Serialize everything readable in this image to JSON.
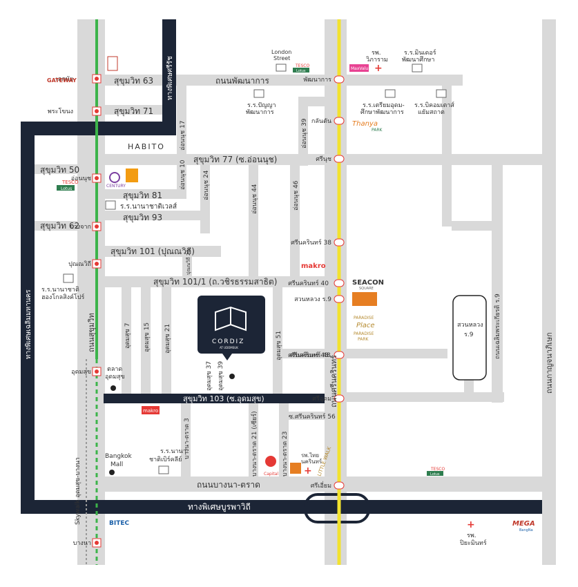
{
  "roads": {
    "sukhumvit_63": "สุขุมวิท 63",
    "sukhumvit_71": "สุขุมวิท 71",
    "sukhumvit_50": "สุขุมวิท 50",
    "sukhumvit_62": "สุขุมวิท 62",
    "sukhumvit_77": "สุขุมวิท 77 (ซ.อ่อนนุช)",
    "sukhumvit_81": "สุขุมวิท 81",
    "sukhumvit_93": "สุขุมวิท 93",
    "sukhumvit_101": "สุขุมวิท 101 (ปุณณวิถี)",
    "sukhumvit_101_1": "สุขุมวิท 101/1 (ถ.วชิรธรรมสาธิต)",
    "sukhumvit_103": "สุขุมวิท 103 (ซ.อุดมสุข)",
    "phatthanakan": "ถนนพัฒนาการ",
    "bangna_trat": "ถนนบางนา-ตราด",
    "burapha_withi": "ทางพิเศษบูรพาวิถี",
    "srinagarindra": "ถนนศรีนครินทร์",
    "sukhumvit_road": "ถนนสุขุมวิท",
    "kanchanaphisek": "ถนนกาญจนาภิเษก",
    "chalerm_mahanakhon": "ทางพิเศษเฉลิมมหานคร",
    "si_rat": "ทางพิเศษศรีรัช",
    "chaloem_phrakiat": "ถนนเฉลิมพระเกียรติ ร.9",
    "on_nut_17": "อ่อนนุช 17",
    "on_nut_10": "อ่อนนุช 10",
    "on_nut_24": "อ่อนนุช 24",
    "on_nut_44": "อ่อนนุช 44",
    "on_nut_46": "อ่อนนุช 46",
    "on_nut_39": "อ่อนนุช 39",
    "punnawithi_28": "ปุณณวิถี 28",
    "udomsuk_7": "อุดมสุข 7",
    "udomsuk_15": "อุดมสุข 15",
    "udomsuk_21": "อุดมสุข 21",
    "udomsuk_37": "อุดมสุข 37",
    "udomsuk_39": "อุดมสุข 39",
    "udomsuk_51": "อุดมสุข 51",
    "bangna_trat_3": "บางนา-ตราด 3",
    "bangna_trat_21": "บางนา-ตราด 21 (เซียร์)",
    "bangna_trat_23": "บางนา-ตราด 23",
    "srinakarin_56": "ซ.ศรีนครินทร์ 56",
    "srinakarin_48": "ศรีนครินทร์ 48"
  },
  "stations": {
    "ekkamai": "เอกมัย",
    "phra_khanong": "พระโขนง",
    "on_nut": "อ่อนนุช",
    "bang_chak": "บางจาก",
    "punnawithi": "ปุณณวิถี",
    "udom_suk": "อุดมสุข",
    "bang_na": "บางนา",
    "phatthanakan": "พัฒนาการ",
    "klongtan": "กลันตัน",
    "si_nut": "ศรีนุช",
    "srinakarin_38": "ศรีนครินทร์ 38",
    "srinakarin_40": "ศรีนครินทร์ 40",
    "suan_luang": "สวนหลวง ร.9",
    "srinakarin_48": "ศรีนครินทร์ 48",
    "si_udom": "ศรีอุดม",
    "si_iam": "ศรีเอี่ยม"
  },
  "places": {
    "gateway": "GATEWAY",
    "habito": "HABITO",
    "century": "CENTURY",
    "tesco_1": "TESCO",
    "tesco_1_sub": "Lotus",
    "tesco_2": "TESCO",
    "tesco_2_sub": "Lotus",
    "tesco_3": "TESCO",
    "tesco_3_sub": "Lotus",
    "school_nanachat": "ร.ร.นานาชาติเวลส์",
    "school_nanachat_kl": "ร.ร.นานาชาติ\nฮองโกลสิงค์โปร์",
    "school_panya": "ร.ร.ปัญญา\nพัฒนาการ",
    "school_triam": "ร.ร.เตรียมอุดม-\nศึกษาพัฒนาการ",
    "school_bangkok_thai": "ร.ร.บิคอมเตาส์\nแยัมสถาต",
    "school_min": "ร.ร.มินเดอร์\nพัฒนาศึกษา",
    "hospital_vibharam": "รพ.\nวิภาราม",
    "london_street": "London\nStreet",
    "maxvalu": "MaxValu",
    "thanya_park": "Thanya\nPARK",
    "makro_1": "makro",
    "makro_2": "makro",
    "seacon": "SEACON",
    "seacon_sub": "SQUARE",
    "paradise_place": "PARADISE\nPlace",
    "paradise_park": "PARADISE\nPARK",
    "suan_luang_park": "สวนหลวง\nร.9",
    "market_udomsuk": "ตลาด\nอุดมสุข",
    "bangkok_mall": "Bangkok\nMall",
    "school_bangna": "ร.ร.นานา\nชาติเบิร์คลีย์",
    "little_walk": "LITTLE WALK",
    "hospital_chula": "รพ.ไทย\nนครินทร์",
    "bitec": "BITEC",
    "mega": "MEGA",
    "mega_sub": "BangNa",
    "hospital_piyamin": "รพ.\nปิยะมินทร์",
    "skywalk": "Skywalk อุดมสุข-บางนา",
    "capital": "Capital"
  },
  "cordiz": {
    "name": "CORDIZ",
    "tagline": "AT UDOMSUK"
  },
  "colors": {
    "road": "#d9d9d9",
    "expressway": "#1c2536",
    "bts_green": "#3cb44a",
    "bts_yellow": "#f2e22e",
    "red": "#e53935"
  }
}
